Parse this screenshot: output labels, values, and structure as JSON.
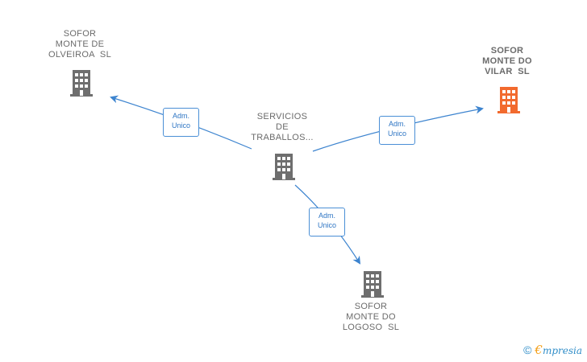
{
  "nodes": {
    "olveiroa": {
      "label": "SOFOR\nMONTE DE\nOLVEIROA  SL",
      "color": "#6b6b6b"
    },
    "vilar": {
      "label": "SOFOR\nMONTE DO\nVILAR  SL",
      "color": "#f26a2e"
    },
    "servicios": {
      "label": "SERVICIOS\nDE\nTRABALLOS...",
      "color": "#6b6b6b"
    },
    "logoso": {
      "label": "SOFOR\nMONTE DO\nLOGOSO  SL",
      "color": "#6b6b6b"
    }
  },
  "relations": [
    {
      "line1": "Adm.",
      "line2": "Unico"
    },
    {
      "line1": "Adm.",
      "line2": "Unico"
    },
    {
      "line1": "Adm.",
      "line2": "Unico"
    }
  ],
  "colors": {
    "edge": "#3d84cf",
    "building_gray": "#6e6e6e",
    "building_highlight": "#f26a2e"
  },
  "brand": {
    "copyright": "©",
    "e": "€",
    "name": "mpresia"
  }
}
